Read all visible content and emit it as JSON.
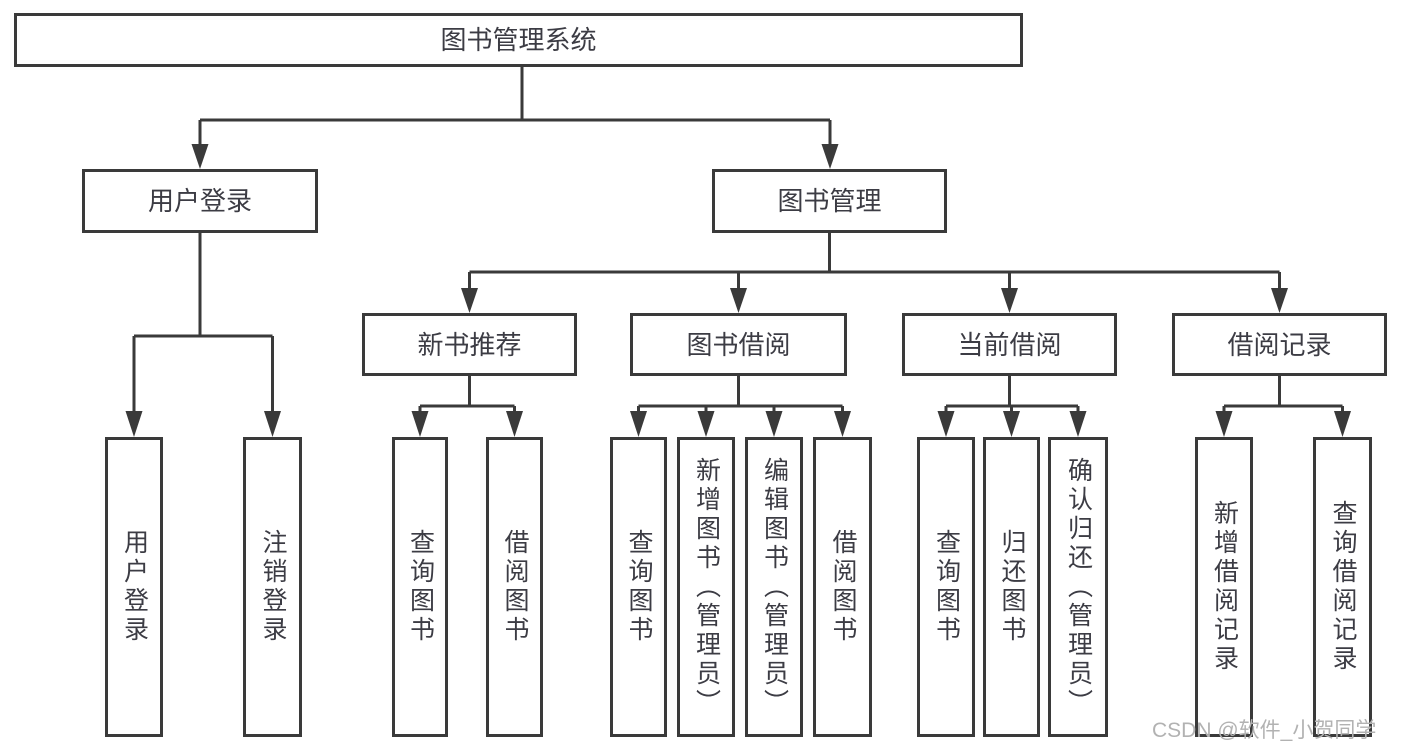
{
  "diagram": {
    "root": {
      "label": "图书管理系统"
    },
    "level2": [
      {
        "label": "用户登录"
      },
      {
        "label": "图书管理"
      }
    ],
    "level3": [
      {
        "label": "新书推荐"
      },
      {
        "label": "图书借阅"
      },
      {
        "label": "当前借阅"
      },
      {
        "label": "借阅记录"
      }
    ],
    "leaves": {
      "user_login": [
        "用户登录",
        "注销登录"
      ],
      "new_books": [
        "查询图书",
        "借阅图书"
      ],
      "book_borrow": [
        "查询图书",
        "新增图书（管理员）",
        "编辑图书（管理员）",
        "借阅图书"
      ],
      "current_borrow": [
        "查询图书",
        "归还图书",
        "确认归还（管理员）"
      ],
      "borrow_records": [
        "新增借阅记录",
        "查询借阅记录"
      ]
    }
  },
  "watermark": {
    "text": "CSDN @软件_小贺同学"
  },
  "colors": {
    "line": "#3a3a3a",
    "text": "#3c3c44",
    "watermark": "#b2b2b2",
    "background": "#ffffff"
  }
}
